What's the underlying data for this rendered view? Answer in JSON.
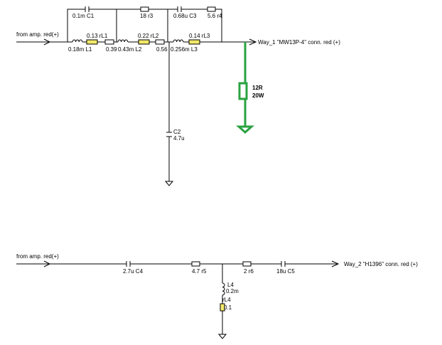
{
  "colors": {
    "wire": "#000000",
    "load_highlight": "#2aa341",
    "rl_fill": "#f2e86b",
    "resistor_fill": "#ffffff"
  },
  "top_circuit": {
    "input_label": "from amp. red(+)",
    "output_label": "Way_1 \"MW13P-4\" conn. red (+)",
    "C1": "0.1m C1",
    "r3": "18 r3",
    "C3": "0.68u C3",
    "r4": "5.6 r4",
    "L1": "0.18m L1",
    "rL1": "0.13 rL1",
    "r1": "0.39",
    "L2": "0.43m L2",
    "rL2": "0.22 rL2",
    "r2": "0.56",
    "L3": "0.256m L3",
    "rL3": "0.14 rL3",
    "C2_name": "C2",
    "C2_value": "4.7u",
    "load_R": "12R",
    "load_P": "20W"
  },
  "bottom_circuit": {
    "input_label": "from amp. red(+)",
    "output_label": "Way_2 \"H1396\" conn. red (+)",
    "C4": "2.7u C4",
    "r5": "4.7 r5",
    "r6": "2 r6",
    "C5": "18u C5",
    "L4_name": "L4",
    "L4_value": "0.2m",
    "rL4_name": "rL4",
    "rL4_value": "0.1"
  }
}
